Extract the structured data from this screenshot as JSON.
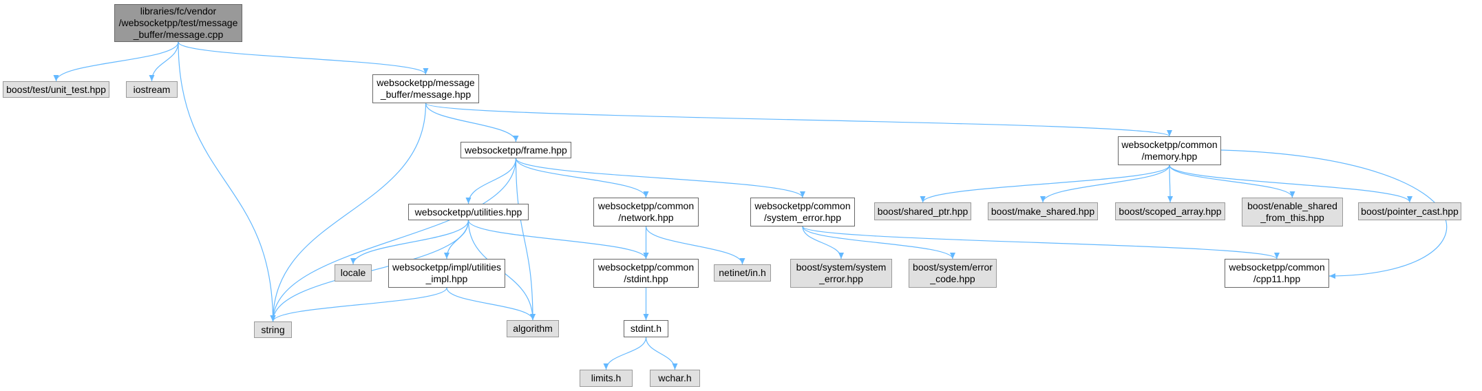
{
  "colors": {
    "root_fill": "#999999",
    "root_border": "#666666",
    "local_fill": "#ffffff",
    "local_border": "#666666",
    "external_fill": "#e0e0e0",
    "external_border": "#999999",
    "edge": "#63b8ff"
  },
  "nodes": {
    "root": {
      "label": "libraries/fc/vendor\n/websocketpp/test/message\n_buffer/message.cpp",
      "kind": "root"
    },
    "unit_test": {
      "label": "boost/test/unit_test.hpp",
      "kind": "external"
    },
    "iostream": {
      "label": "iostream",
      "kind": "external"
    },
    "message_hpp": {
      "label": "websocketpp/message\n_buffer/message.hpp",
      "kind": "local"
    },
    "string": {
      "label": "string",
      "kind": "external"
    },
    "frame": {
      "label": "websocketpp/frame.hpp",
      "kind": "local"
    },
    "memory": {
      "label": "websocketpp/common\n/memory.hpp",
      "kind": "local"
    },
    "utilities": {
      "label": "websocketpp/utilities.hpp",
      "kind": "local"
    },
    "network": {
      "label": "websocketpp/common\n/network.hpp",
      "kind": "local"
    },
    "system_error": {
      "label": "websocketpp/common\n/system_error.hpp",
      "kind": "local"
    },
    "shared_ptr": {
      "label": "boost/shared_ptr.hpp",
      "kind": "external"
    },
    "make_shared": {
      "label": "boost/make_shared.hpp",
      "kind": "external"
    },
    "scoped_array": {
      "label": "boost/scoped_array.hpp",
      "kind": "external"
    },
    "enable_shared": {
      "label": "boost/enable_shared\n_from_this.hpp",
      "kind": "external"
    },
    "pointer_cast": {
      "label": "boost/pointer_cast.hpp",
      "kind": "external"
    },
    "locale": {
      "label": "locale",
      "kind": "external"
    },
    "utilities_impl": {
      "label": "websocketpp/impl/utilities\n_impl.hpp",
      "kind": "local"
    },
    "stdint_hpp": {
      "label": "websocketpp/common\n/stdint.hpp",
      "kind": "local"
    },
    "netinet": {
      "label": "netinet/in.h",
      "kind": "external"
    },
    "sys_system_error": {
      "label": "boost/system/system\n_error.hpp",
      "kind": "external"
    },
    "sys_error_code": {
      "label": "boost/system/error\n_code.hpp",
      "kind": "external"
    },
    "cpp11": {
      "label": "websocketpp/common\n/cpp11.hpp",
      "kind": "local"
    },
    "algorithm": {
      "label": "algorithm",
      "kind": "external"
    },
    "stdint_h": {
      "label": "stdint.h",
      "kind": "local"
    },
    "limits": {
      "label": "limits.h",
      "kind": "external"
    },
    "wchar": {
      "label": "wchar.h",
      "kind": "external"
    }
  },
  "edges": [
    [
      "root",
      "unit_test"
    ],
    [
      "root",
      "iostream"
    ],
    [
      "root",
      "message_hpp"
    ],
    [
      "root",
      "string"
    ],
    [
      "message_hpp",
      "string"
    ],
    [
      "message_hpp",
      "frame"
    ],
    [
      "message_hpp",
      "memory"
    ],
    [
      "frame",
      "string"
    ],
    [
      "frame",
      "utilities"
    ],
    [
      "frame",
      "algorithm"
    ],
    [
      "frame",
      "network"
    ],
    [
      "frame",
      "system_error"
    ],
    [
      "memory",
      "shared_ptr"
    ],
    [
      "memory",
      "make_shared"
    ],
    [
      "memory",
      "scoped_array"
    ],
    [
      "memory",
      "enable_shared"
    ],
    [
      "memory",
      "pointer_cast"
    ],
    [
      "memory",
      "cpp11"
    ],
    [
      "utilities",
      "string"
    ],
    [
      "utilities",
      "locale"
    ],
    [
      "utilities",
      "utilities_impl"
    ],
    [
      "utilities",
      "algorithm"
    ],
    [
      "utilities",
      "stdint_hpp"
    ],
    [
      "utilities_impl",
      "string"
    ],
    [
      "utilities_impl",
      "algorithm"
    ],
    [
      "network",
      "stdint_hpp"
    ],
    [
      "network",
      "netinet"
    ],
    [
      "system_error",
      "sys_system_error"
    ],
    [
      "system_error",
      "sys_error_code"
    ],
    [
      "system_error",
      "cpp11"
    ],
    [
      "stdint_hpp",
      "stdint_h"
    ],
    [
      "stdint_h",
      "limits"
    ],
    [
      "stdint_h",
      "wchar"
    ]
  ]
}
